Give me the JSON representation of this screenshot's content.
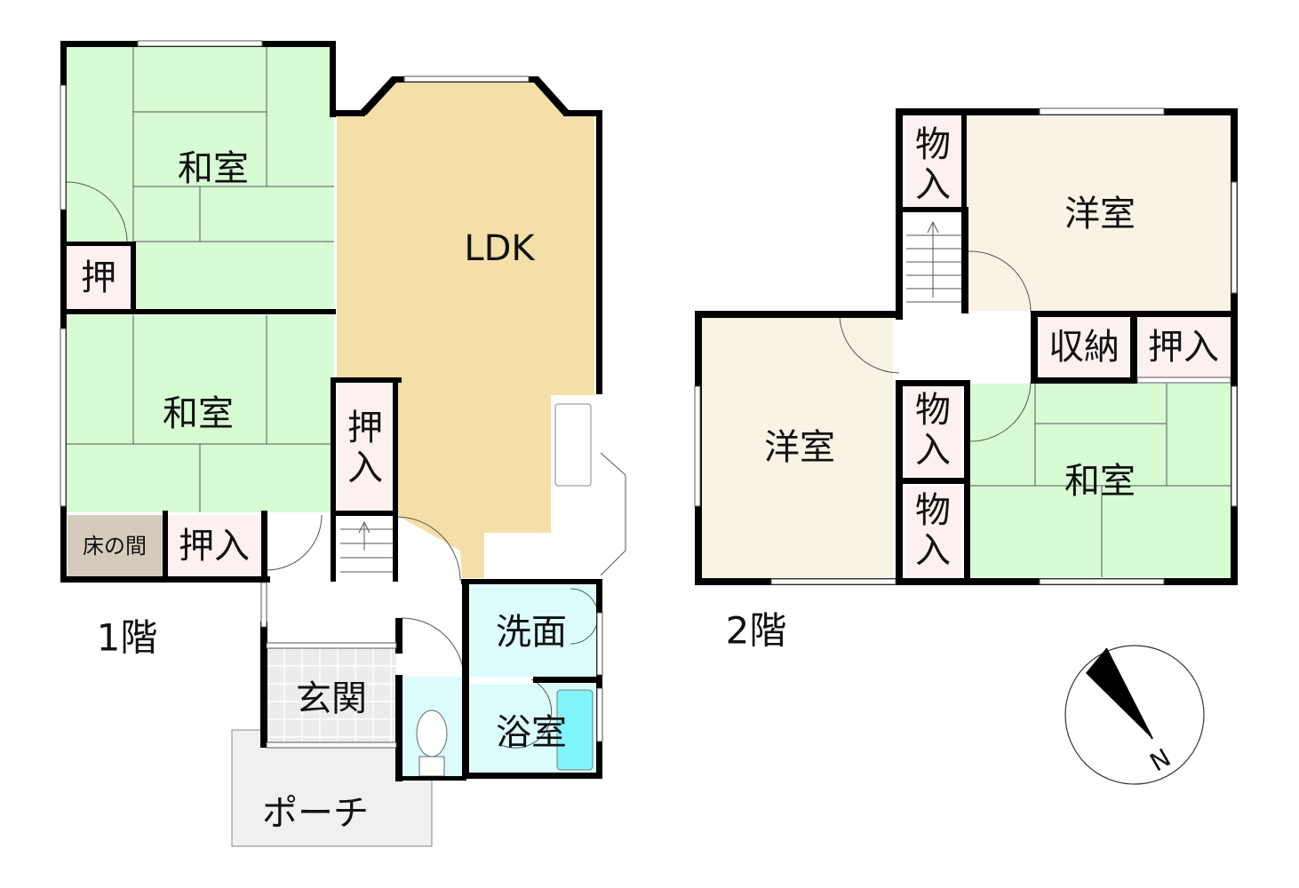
{
  "floors": [
    {
      "label": "1階",
      "rooms": {
        "washitsu_top": "和室",
        "oshi_small": "押",
        "washitsu_mid": "和室",
        "tokonoma": "床の間",
        "oshiire_left": "押入",
        "ldk": "LDK",
        "oshiire_center_1": "押",
        "oshiire_center_2": "入",
        "senmen": "洗面",
        "yokushitsu": "浴室",
        "genkan": "玄関",
        "porch": "ポーチ"
      }
    },
    {
      "label": "2階",
      "rooms": {
        "monoire_top_1": "物",
        "monoire_top_2": "入",
        "yoshitsu_top": "洋室",
        "yoshitsu_left": "洋室",
        "shuno": "収納",
        "oshiire": "押入",
        "monoire_mid_1": "物",
        "monoire_mid_2": "入",
        "monoire_bot_1": "物",
        "monoire_bot_2": "入",
        "washitsu": "和室"
      }
    }
  ],
  "compass": {
    "north_label": "N"
  },
  "colors": {
    "tatami": "#d7fcd4",
    "ldk": "#f5dfa8",
    "yoshitsu": "#f8f3e4",
    "closet": "#fdf0f0",
    "tokonoma": "#d5cbbd",
    "water": "#dcfcfc",
    "bathtub": "#80f4fb",
    "genkan": "#ececec",
    "porch": "#f0f0f0"
  }
}
